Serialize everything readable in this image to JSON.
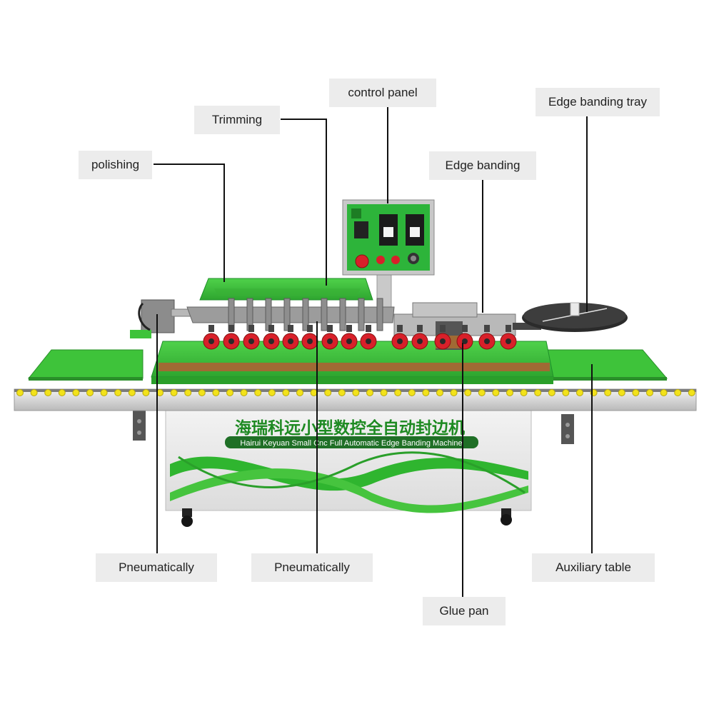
{
  "labels": {
    "control_panel": "control panel",
    "trimming": "Trimming",
    "edge_banding_tray": "Edge banding tray",
    "polishing": "polishing",
    "edge_banding": "Edge banding",
    "pneumatically_left": "Pneumatically",
    "pneumatically_center": "Pneumatically",
    "auxiliary_table": "Auxiliary table",
    "glue_pan": "Glue pan"
  },
  "machine": {
    "brand_cn": "海瑞科远小型数控全自动封边机",
    "brand_en": "Hairui Keyuan Small Cnc Full Automatic Edge Banding Machine"
  },
  "colors": {
    "machine_green": "#3ec33a",
    "dark_green": "#1f8f2a",
    "roller_red": "#d8202a",
    "roller_yellow": "#f2e21a",
    "callout_bg": "#ececec",
    "leader_line": "#111111"
  }
}
